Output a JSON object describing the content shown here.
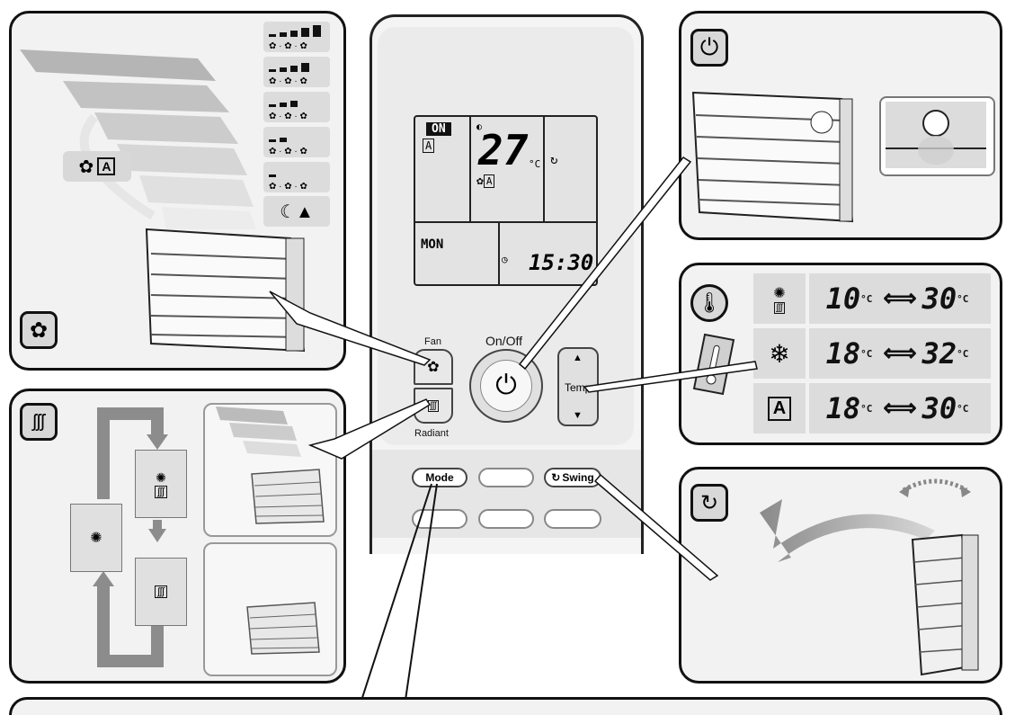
{
  "remote": {
    "fan_label": "Fan",
    "radiant_label": "Radiant",
    "onoff_label": "On/Off",
    "temp_label": "Temp",
    "mode_label": "Mode",
    "swing_label": "Swing"
  },
  "lcd": {
    "on_badge": "ON",
    "temperature": "27",
    "temp_unit": "°C",
    "day": "MON",
    "time": "15:30"
  },
  "temperature_ranges": {
    "unit": "°C",
    "rows": [
      {
        "mode_icon": "heat-radiant-icon",
        "min": "10",
        "max": "30"
      },
      {
        "mode_icon": "snowflake-icon",
        "min": "18",
        "max": "32"
      },
      {
        "mode_icon": "auto-mode-icon",
        "min": "18",
        "max": "30"
      }
    ]
  },
  "icons": [
    "fan-icon",
    "power-icon",
    "thermometer-icon",
    "radiant-heat-icon",
    "swing-icon",
    "night-quiet-icon",
    "sun-icon"
  ],
  "colors": {
    "panel_bg": "#f2f2f2",
    "icon_bg": "#d8d8d8",
    "outline": "#111111",
    "arrow_gray": "#8c8c8c"
  }
}
